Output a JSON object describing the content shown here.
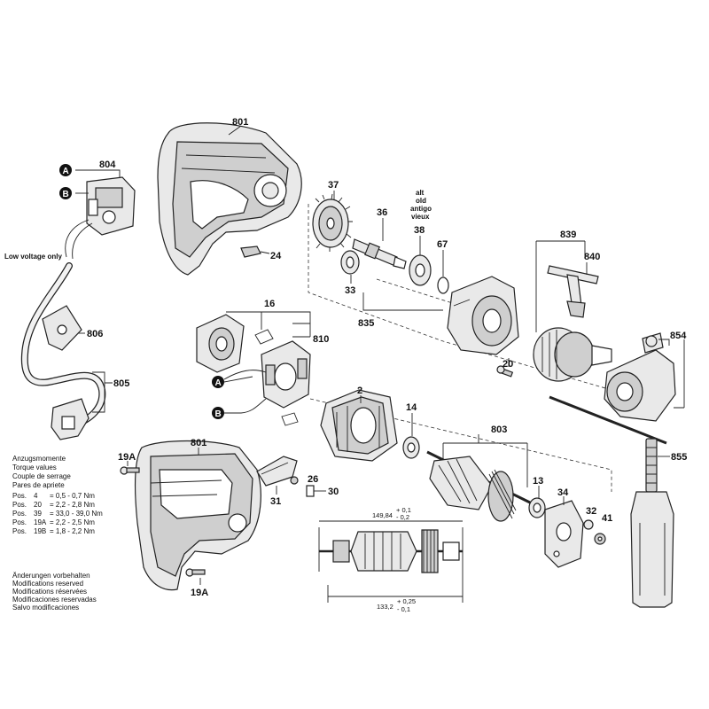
{
  "labels": {
    "p801a": "801",
    "p804": "804",
    "p37": "37",
    "p36": "36",
    "p38": "38",
    "p67": "67",
    "p839": "839",
    "p840": "840",
    "p24": "24",
    "p33": "33",
    "p835": "835",
    "p16": "16",
    "p810": "810",
    "p806": "806",
    "p805": "805",
    "p20": "20",
    "p854": "854",
    "p2": "2",
    "p14": "14",
    "p803": "803",
    "p855": "855",
    "p13": "13",
    "p34": "34",
    "p32": "32",
    "p41": "41",
    "p19a_top": "19A",
    "p801b": "801",
    "p26": "26",
    "p30": "30",
    "p31": "31",
    "p19a_bot": "19A",
    "circle_a_top": "A",
    "circle_b_top": "B",
    "circle_a_mid": "A",
    "circle_b_mid": "B"
  },
  "low_voltage": "Low voltage only",
  "alt_note": [
    "alt",
    "old",
    "antigo",
    "vieux"
  ],
  "torque": {
    "headings": [
      "Anzugsmomente",
      "Torque values",
      "Couple de serrage",
      "Pares de apriete"
    ],
    "rows": [
      {
        "pos": "Pos.",
        "num": "4",
        "val": "=  0,5 - 0,7 Nm"
      },
      {
        "pos": "Pos.",
        "num": "20",
        "val": "=  2,2 - 2,8 Nm"
      },
      {
        "pos": "Pos.",
        "num": "39",
        "val": "= 33,0 - 39,0 Nm"
      },
      {
        "pos": "Pos.",
        "num": "19A",
        "val": "=  2,2 - 2,5 Nm"
      },
      {
        "pos": "Pos.",
        "num": "19B",
        "val": "=  1,8 - 2,2 Nm"
      }
    ]
  },
  "changes": [
    "Änderungen vorbehalten",
    "Modifications reserved",
    "Modifications réservées",
    "Modificaciones reservadas",
    "Salvo modificaciones"
  ],
  "dimensions": {
    "top_value": "149,84",
    "top_tol_plus": "+ 0,1",
    "top_tol_minus": "- 0,2",
    "bottom_value": "133,2",
    "bottom_tol_plus": "+ 0,25",
    "bottom_tol_minus": "- 0,1"
  }
}
